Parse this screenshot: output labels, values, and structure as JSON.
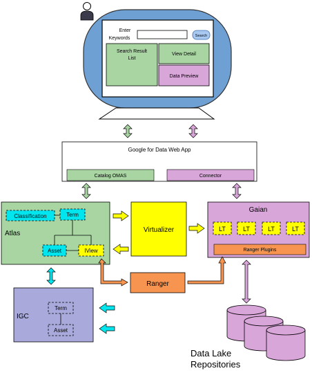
{
  "monitor": {
    "enter_keywords_line1": "Enter",
    "enter_keywords_line2": "Keywords",
    "search_button": "Search",
    "search_result_line1": "Search Result",
    "search_result_line2": "List",
    "view_detail": "View Detail",
    "data_preview": "Data Preview"
  },
  "web_app": {
    "title": "Google for Data Web App",
    "catalog_omas": "Catalog OMAS",
    "connector": "Connector"
  },
  "atlas": {
    "label": "Atlas",
    "classification": "Classification",
    "term": "Term",
    "asset": "Asset",
    "iview": "IView"
  },
  "virtualizer": {
    "label": "Virtualizer"
  },
  "gaian": {
    "label": "Gaian",
    "lt_nodes": [
      "LT",
      "LT",
      "LT",
      "LT"
    ],
    "ranger_plugins": "Ranger Plugins"
  },
  "ranger": {
    "label": "Ranger"
  },
  "igc": {
    "label": "IGC",
    "term": "Term",
    "asset": "Asset"
  },
  "data_lake": {
    "line1": "Data Lake",
    "line2": "Repositories"
  },
  "colors": {
    "green": "#a8d5a2",
    "purple": "#d9a6d9",
    "yellow": "#ffff00",
    "orange": "#f79550",
    "cyan": "#00e5ee",
    "igc_blue": "#a9a9dc",
    "monitor_blue": "#6fa0d4"
  }
}
